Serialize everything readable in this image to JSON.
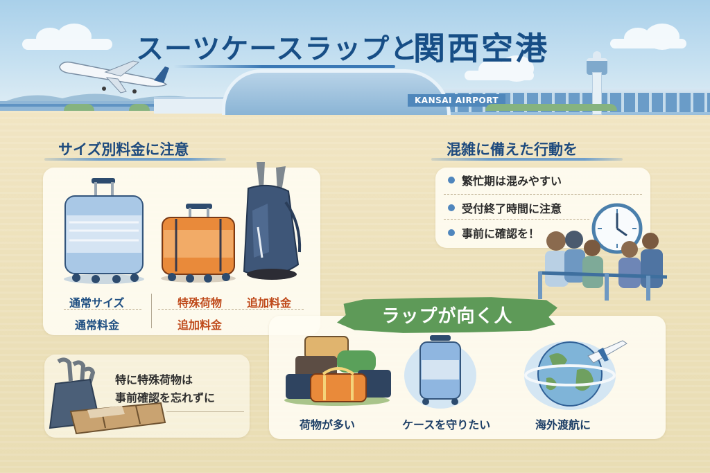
{
  "header": {
    "title_main": "スーツケースラップと",
    "title_location": "関西空港",
    "airport_sign": "KANSAI AIRPORT"
  },
  "size_section": {
    "heading": "サイズ別料金に注意",
    "items": [
      {
        "icon": "blue-wrapped-suitcase-icon",
        "label": "通常サイズ",
        "fee": "通常料金",
        "color": "#1f4f82"
      },
      {
        "icon": "orange-wrapped-suitcase-icon",
        "label": "特殊荷物",
        "fee": "追加料金",
        "color": "#bf4a1b"
      },
      {
        "icon": "golf-bag-icon",
        "label": "追加料金",
        "color": "#bf4a1b"
      }
    ]
  },
  "crowd_section": {
    "heading": "混雑に備えた行動を",
    "bullets": [
      "繁忙期は混みやすい",
      "受付終了時間に注意",
      "事前に確認を！"
    ],
    "illustration": [
      "clock-icon",
      "queue-people-icon"
    ]
  },
  "note": {
    "line1": "特に特殊荷物は",
    "line2": "事前確認を忘れずに",
    "icon": "golf-bag-and-case-icon"
  },
  "recommend_section": {
    "heading": "ラップが向く人",
    "items": [
      {
        "icon": "luggage-pile-icon",
        "label": "荷物が多い"
      },
      {
        "icon": "wrapped-suitcase-icon",
        "label": "ケースを守りたい"
      },
      {
        "icon": "globe-airplane-icon",
        "label": "海外渡航に"
      }
    ]
  },
  "colors": {
    "title_blue": "#174e86",
    "heading_blue": "#1d4a7e",
    "accent_red": "#bf4a1b",
    "banner_green": "#5e9a58",
    "sky": "#a9d0ea",
    "sand": "#efe4c2"
  }
}
